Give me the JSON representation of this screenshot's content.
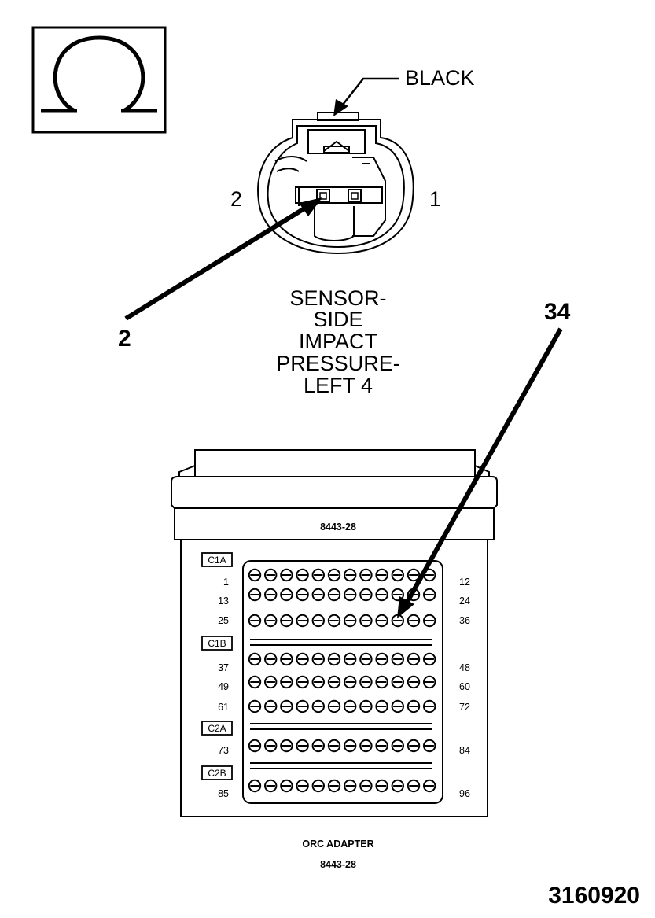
{
  "symbol": {
    "icon": "ohm-icon",
    "glyph": "Ω"
  },
  "connector": {
    "color_label": "BLACK",
    "pin_left": "2",
    "pin_right": "1",
    "callout_pin": "2",
    "title_lines": [
      "SENSOR-",
      "SIDE",
      "IMPACT",
      "PRESSURE-",
      "LEFT 4"
    ]
  },
  "adapter": {
    "part_top": "8443-28",
    "callout_pin": "34",
    "sections": [
      "C1A",
      "C1B",
      "C2A",
      "C2B"
    ],
    "rows": [
      {
        "left": "1",
        "right": "12"
      },
      {
        "left": "13",
        "right": "24"
      },
      {
        "left": "25",
        "right": "36"
      },
      {
        "left": "37",
        "right": "48"
      },
      {
        "left": "49",
        "right": "60"
      },
      {
        "left": "61",
        "right": "72"
      },
      {
        "left": "73",
        "right": "84"
      },
      {
        "left": "85",
        "right": "96"
      }
    ],
    "caption_name": "ORC ADAPTER",
    "caption_part": "8443-28"
  },
  "figure_id": "3160920"
}
